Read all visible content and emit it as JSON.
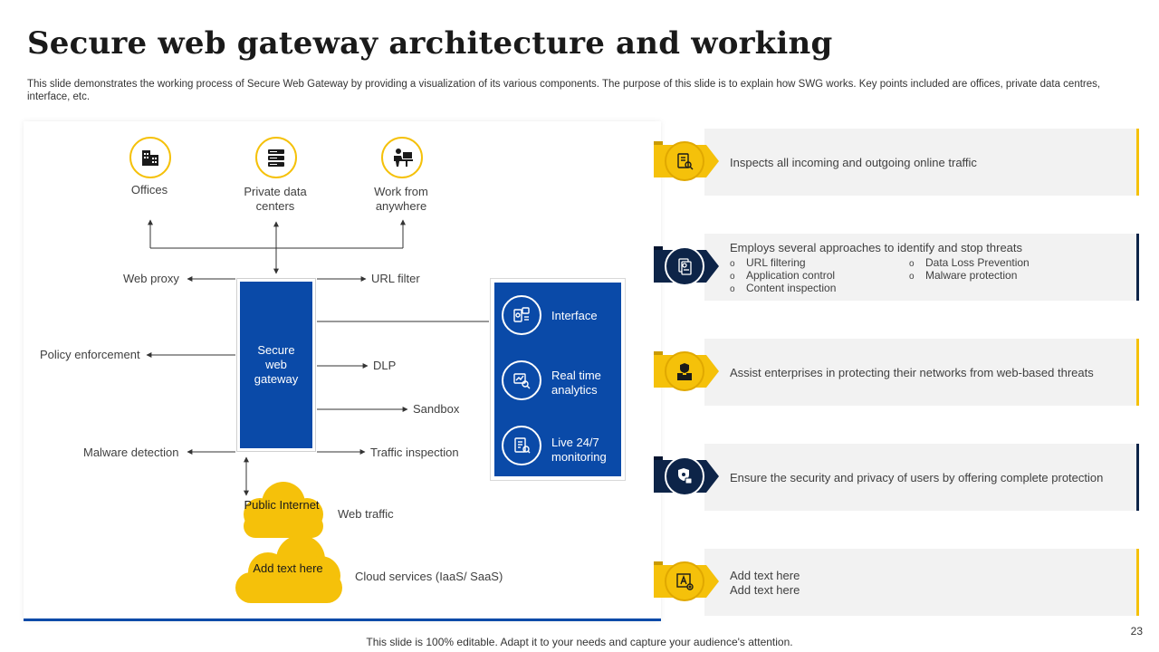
{
  "slide": {
    "title": "Secure web gateway architecture and working",
    "subtitle": "This slide demonstrates the working process of Secure Web Gateway by providing a visualization of its various components. The purpose of this slide is to explain how SWG works. Key points included are offices, private data centres, interface, etc.",
    "footer": "This slide is 100% editable. Adapt it to your needs and capture your audience's attention.",
    "page_number": "23"
  },
  "colors": {
    "accent_yellow": "#f5c10a",
    "brand_blue": "#0a4aa8",
    "dark_navy": "#0d2448",
    "card_bg": "#f2f2f2"
  },
  "diagram": {
    "top_nodes": [
      {
        "label": "Offices",
        "icon": "office-building-icon"
      },
      {
        "label": "Private data centers",
        "icon": "server-rack-icon"
      },
      {
        "label": "Work from anywhere",
        "icon": "remote-worker-icon"
      }
    ],
    "center_label": "Secure web gateway",
    "left_labels": [
      "Web proxy",
      "Policy enforcement",
      "Malware detection"
    ],
    "right_labels": [
      "URL filter",
      "DLP",
      "Sandbox",
      "Traffic inspection"
    ],
    "panel_items": [
      {
        "label": "Interface",
        "icon": "interface-devices-icon"
      },
      {
        "label": "Real time analytics",
        "icon": "analytics-magnifier-icon"
      },
      {
        "label": "Live 24/7 monitoring",
        "icon": "monitoring-checklist-icon"
      }
    ],
    "clouds": [
      {
        "text": "Public Internet",
        "caption": "Web traffic"
      },
      {
        "text": "Add text here",
        "caption": "Cloud services (IaaS/ SaaS)"
      }
    ]
  },
  "points": [
    {
      "text": "Inspects all incoming and outgoing online traffic",
      "icon": "inspection-report-icon"
    },
    {
      "text": "Employs several approaches to identify and stop threats",
      "icon": "documents-badge-icon",
      "bullets_left": [
        "URL filtering",
        "Application control",
        "Content inspection"
      ],
      "bullets_right": [
        "Data Loss Prevention",
        "Malware protection"
      ]
    },
    {
      "text": "Assist enterprises in protecting their networks from web-based threats",
      "icon": "enterprise-shield-icon"
    },
    {
      "text": "Ensure the security and privacy of users by offering complete protection",
      "icon": "shield-lock-icon"
    },
    {
      "text_line1": "Add text here",
      "text_line2": "Add text here",
      "icon": "text-edit-icon"
    }
  ]
}
